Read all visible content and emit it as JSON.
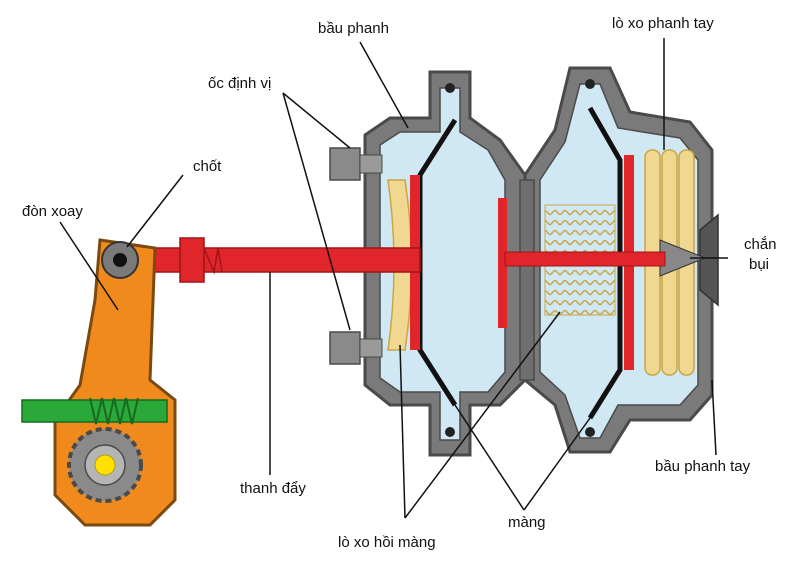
{
  "labels": {
    "bau_phanh": "bầu phanh",
    "lo_xo_phanh_tay": "lò xo phanh tay",
    "oc_dinh_vi": "ốc định vị",
    "chot": "chốt",
    "don_xoay": "đòn xoay",
    "chan_bui_1": "chắn",
    "chan_bui_2": "bụi",
    "thanh_day": "thanh đẩy",
    "bau_phanh_tay": "bầu phanh tay",
    "mang": "màng",
    "lo_xo_hoi_mang": "lò xo hồi màng"
  },
  "colors": {
    "housing": "#7a7a7a",
    "housing_dark": "#555555",
    "chamber_fill": "#cfe8f4",
    "rod": "#e0262b",
    "diaphragm": "#111111",
    "spring": "#f0d890",
    "lever": "#f08a1c",
    "worm": "#2aa83a",
    "gear": "#8a8a8a"
  }
}
